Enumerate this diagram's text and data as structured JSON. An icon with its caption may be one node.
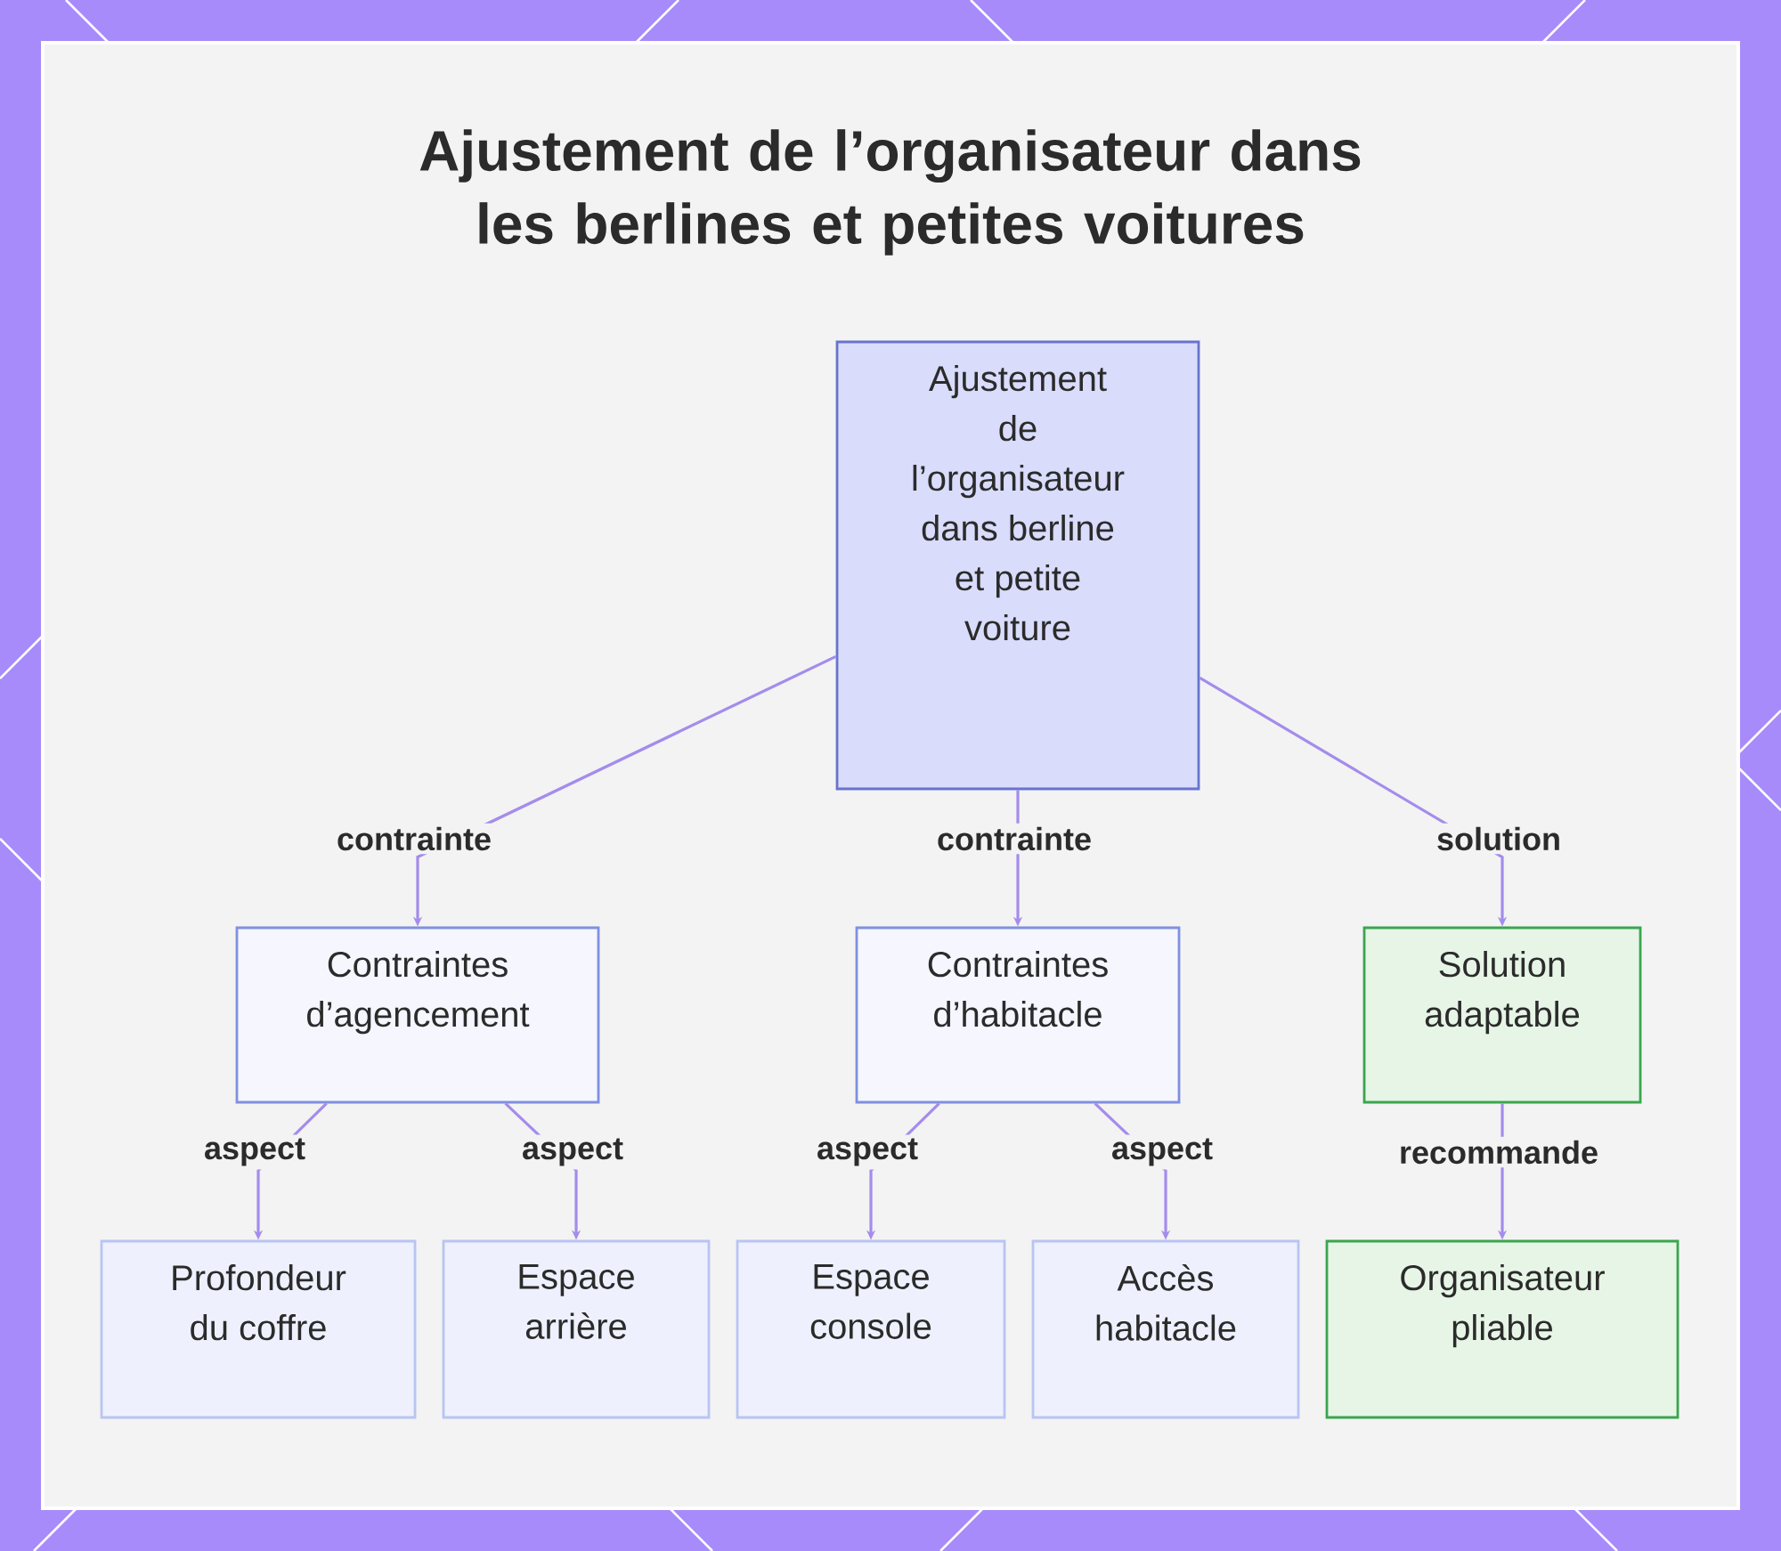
{
  "diagram": {
    "title": "Ajustement de l’organisateur dans les berlines et petites voitures",
    "nodes": [
      {
        "text": [
          "Ajustement de l’organisateur dans berline et petite voiture"
        ]
      },
      {
        "text": [
          "Contraintes d’agencement"
        ]
      },
      {
        "text": [
          "Contraintes d’habitacle"
        ]
      },
      {
        "text": [
          "Solution adaptable"
        ]
      },
      {
        "text": [
          "Profondeur du coffre"
        ]
      },
      {
        "text": [
          "Espace arrière"
        ]
      },
      {
        "text": [
          "Espace console"
        ]
      },
      {
        "text": [
          "Accès habitacle"
        ]
      },
      {
        "text": [
          "Organisateur pliable"
        ]
      }
    ],
    "edges": [
      {
        "from": 0,
        "to": 1,
        "arrow": "to",
        "label": "contrainte"
      },
      {
        "from": 0,
        "to": 2,
        "arrow": "to",
        "label": "contrainte"
      },
      {
        "from": 0,
        "to": 3,
        "arrow": "to",
        "label": "solution"
      },
      {
        "from": 1,
        "to": 4,
        "arrow": "to",
        "label": "aspect"
      },
      {
        "from": 1,
        "to": 5,
        "arrow": "to",
        "label": "aspect"
      },
      {
        "from": 2,
        "to": 6,
        "arrow": "to",
        "label": "aspect"
      },
      {
        "from": 2,
        "to": 7,
        "arrow": "to",
        "label": "aspect"
      },
      {
        "from": 3,
        "to": 8,
        "arrow": "to",
        "label": "recommande"
      }
    ]
  }
}
